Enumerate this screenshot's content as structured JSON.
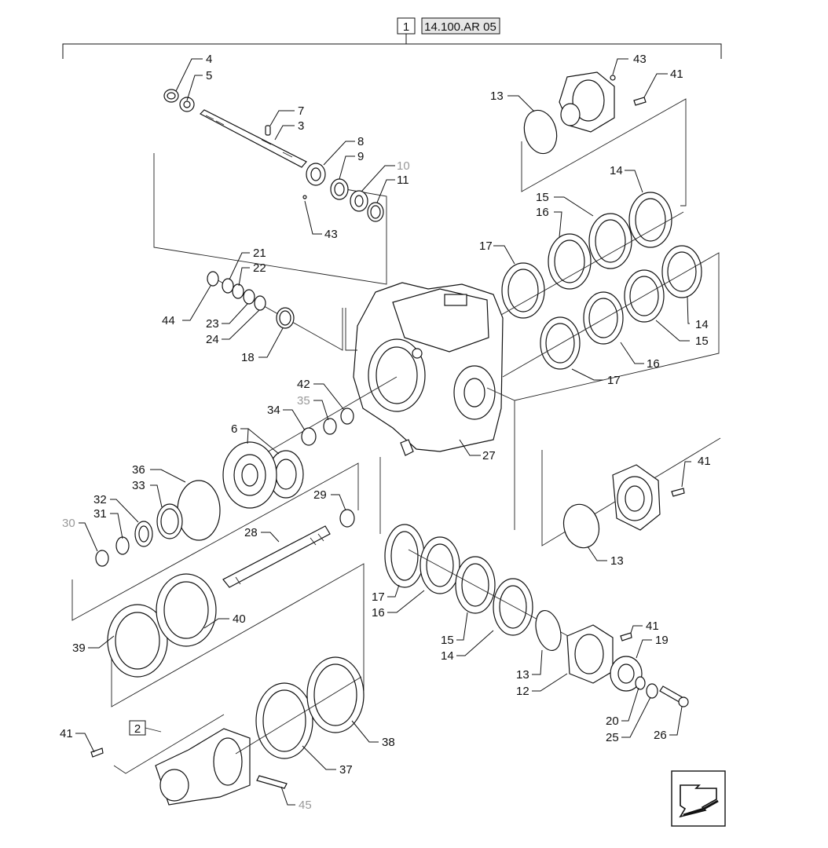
{
  "header_refs": [
    {
      "id": "ref-box-1",
      "text": "1",
      "interactable": true
    },
    {
      "id": "ref-box-code",
      "text": "14.100.AR 05",
      "interactable": true
    }
  ],
  "sub_ref": {
    "text": "2"
  },
  "callouts": [
    {
      "label": "4"
    },
    {
      "label": "5"
    },
    {
      "label": "7"
    },
    {
      "label": "3"
    },
    {
      "label": "8"
    },
    {
      "label": "9"
    },
    {
      "label": "10",
      "grey": true
    },
    {
      "label": "11"
    },
    {
      "label": "43"
    },
    {
      "label": "43"
    },
    {
      "label": "41"
    },
    {
      "label": "13"
    },
    {
      "label": "14"
    },
    {
      "label": "15"
    },
    {
      "label": "16"
    },
    {
      "label": "17"
    },
    {
      "label": "21"
    },
    {
      "label": "22"
    },
    {
      "label": "44"
    },
    {
      "label": "23"
    },
    {
      "label": "24"
    },
    {
      "label": "18"
    },
    {
      "label": "14"
    },
    {
      "label": "15"
    },
    {
      "label": "16"
    },
    {
      "label": "17"
    },
    {
      "label": "42"
    },
    {
      "label": "35",
      "grey": true
    },
    {
      "label": "34"
    },
    {
      "label": "6"
    },
    {
      "label": "27"
    },
    {
      "label": "41"
    },
    {
      "label": "36"
    },
    {
      "label": "33"
    },
    {
      "label": "32"
    },
    {
      "label": "31"
    },
    {
      "label": "30",
      "grey": true
    },
    {
      "label": "29"
    },
    {
      "label": "28"
    },
    {
      "label": "13"
    },
    {
      "label": "17"
    },
    {
      "label": "16"
    },
    {
      "label": "15"
    },
    {
      "label": "14"
    },
    {
      "label": "13"
    },
    {
      "label": "12"
    },
    {
      "label": "41"
    },
    {
      "label": "19"
    },
    {
      "label": "20"
    },
    {
      "label": "25"
    },
    {
      "label": "26"
    },
    {
      "label": "40"
    },
    {
      "label": "39"
    },
    {
      "label": "41"
    },
    {
      "label": "38"
    },
    {
      "label": "37"
    },
    {
      "label": "45",
      "grey": true
    }
  ],
  "nav": {
    "icon": "next-page-arrow-icon"
  }
}
